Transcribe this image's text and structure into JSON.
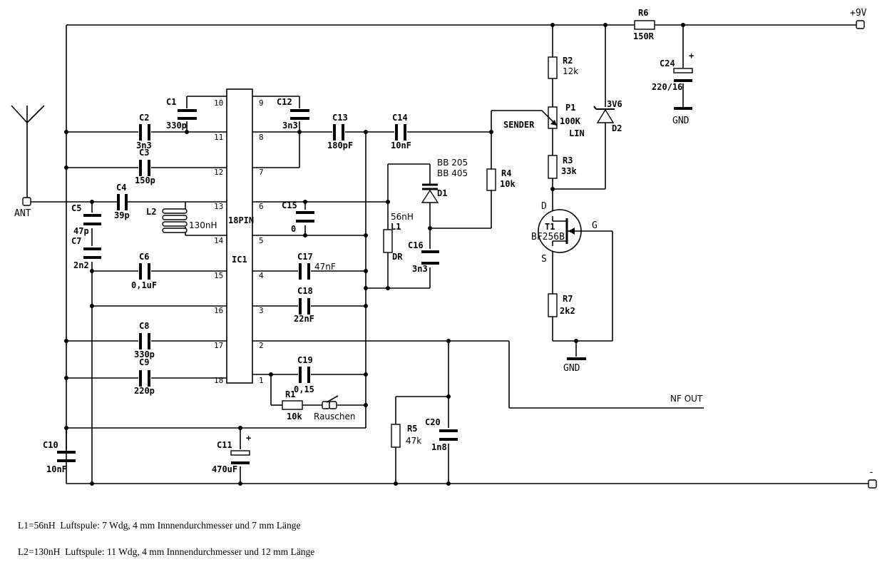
{
  "labels": {
    "antenna": "ANT",
    "supply_plus": "+9V",
    "supply_minus": "-",
    "ic_name": "18PIN",
    "ic_ref": "IC1",
    "nf_out": "NF OUT",
    "sender": "SENDER",
    "lin": "LIN",
    "rauschen": "Rauschen",
    "d_pin": "D",
    "s_pin": "S",
    "g_pin": "G",
    "gnd_a": "GND",
    "gnd_b": "GND",
    "plus_c11": "+",
    "plus_c24": "+"
  },
  "components": {
    "C1": {
      "ref": "C1",
      "value": "330p"
    },
    "C2": {
      "ref": "C2",
      "value": "3n3"
    },
    "C3": {
      "ref": "C3",
      "value": "150p"
    },
    "C4": {
      "ref": "C4",
      "value": "39p"
    },
    "C5": {
      "ref": "C5",
      "value": "47p"
    },
    "C6": {
      "ref": "C6",
      "value": "0,1uF"
    },
    "C7": {
      "ref": "C7",
      "value": "2n2"
    },
    "C8": {
      "ref": "C8",
      "value": "330p"
    },
    "C9": {
      "ref": "C9",
      "value": "220p"
    },
    "C10": {
      "ref": "C10",
      "value": "10nF"
    },
    "C11": {
      "ref": "C11",
      "value": "470uF"
    },
    "C12": {
      "ref": "C12",
      "value": "3n3"
    },
    "C13": {
      "ref": "C13",
      "value": "180pF"
    },
    "C14": {
      "ref": "C14",
      "value": "10nF"
    },
    "C15": {
      "ref": "C15",
      "value": "0"
    },
    "C16": {
      "ref": "C16",
      "value": "3n3"
    },
    "C17": {
      "ref": "C17",
      "value": "47nF"
    },
    "C18": {
      "ref": "C18",
      "value": "22nF"
    },
    "C19": {
      "ref": "C19",
      "value": "0,15"
    },
    "C20": {
      "ref": "C20",
      "value": "1n8"
    },
    "C24": {
      "ref": "C24",
      "value": "220/16"
    },
    "L1": {
      "ref": "L1",
      "value": "56nH",
      "extra": "DR"
    },
    "L2": {
      "ref": "L2",
      "value": "130nH"
    },
    "R1": {
      "ref": "R1",
      "value": "10k"
    },
    "R2": {
      "ref": "R2",
      "value": "12k"
    },
    "R3": {
      "ref": "R3",
      "value": "33k"
    },
    "R4": {
      "ref": "R4",
      "value": "10k"
    },
    "R5": {
      "ref": "R5",
      "value": "47k"
    },
    "R6": {
      "ref": "R6",
      "value": "150R"
    },
    "R7": {
      "ref": "R7",
      "value": "2k2"
    },
    "P1": {
      "ref": "P1",
      "value": "100K"
    },
    "D1": {
      "ref": "D1",
      "value_a": "BB 205",
      "value_b": "BB 405"
    },
    "D2": {
      "ref": "D2",
      "value": "3V6"
    },
    "T1": {
      "ref": "T1",
      "value": "BF256B"
    }
  },
  "ic_pins": {
    "left": [
      "10",
      "11",
      "12",
      "13",
      "14",
      "15",
      "16",
      "17",
      "18"
    ],
    "right": [
      "9",
      "8",
      "7",
      "6",
      "5",
      "4",
      "3",
      "2",
      "1"
    ]
  },
  "notes": {
    "l1": "L1=56nH  Luftspule: 7 Wdg, 4 mm Innnendurchmesser und 7 mm Länge",
    "l2": "L2=130nH  Luftspule: 11 Wdg, 4 mm Innnendurchmesser und 12 mm Länge"
  }
}
